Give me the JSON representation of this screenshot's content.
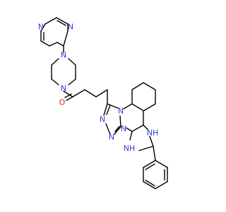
{
  "colors": {
    "nitrogen": "#2e3bd6",
    "oxygen": "#e0221f",
    "carbon_bond": "#000000",
    "background": "#ffffff"
  },
  "labels": {
    "pyrimidine_n_top_left": "N",
    "pyrimidine_n_top_right": "N",
    "piperazine_n_top": "N",
    "piperazine_n_bottom": "N",
    "carbonyl_o": "O",
    "triazole_n_fused_top": "N",
    "triazole_n_ring_1": "N",
    "triazole_n_ring_2": "N",
    "triazole_n_fused_bottom": "N",
    "imidazolidine_nh_upper": "NH",
    "imidazolidine_nh_lower": "NH"
  }
}
